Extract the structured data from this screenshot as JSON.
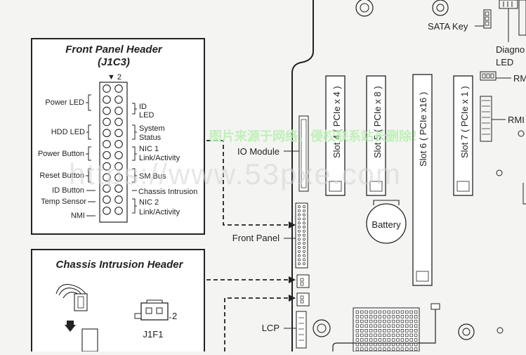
{
  "front_panel_header": {
    "title_line1": "Front Panel Header",
    "title_line2": "(J1C3)",
    "pin2_marker": "▼ 2",
    "left_labels": [
      "Power LED",
      "HDD LED",
      "Power Button",
      "Reset Button",
      "ID Button",
      "Temp Sensor",
      "NMI"
    ],
    "right_labels": {
      "id_led_1": "ID",
      "id_led_2": "LED",
      "system_status_1": "System",
      "system_status_2": "Status",
      "nic1_1": "NIC 1",
      "nic1_2": "Link/Activity",
      "sm_bus": "SM Bus",
      "chassis_intrusion": "Chassis Intrusion",
      "nic2_1": "NIC 2",
      "nic2_2": "Link/Activity"
    }
  },
  "chassis_intrusion_header": {
    "title": "Chassis Intrusion Header",
    "connector_label": "J1F1",
    "pin_number": "2"
  },
  "board_labels": {
    "io_module": "IO Module",
    "front_panel": "Front Panel",
    "lcp": "LCP",
    "battery": "Battery",
    "sata_key": "SATA Key",
    "diag_1": "Diagno",
    "diag_2": "LED",
    "rm1": "RM",
    "rm2": "RMI"
  },
  "slots": [
    "Slot 4 ( PCIe x 4 )",
    "Slot 5 ( PCIe x 8 )",
    "Slot 6 ( PCIe x16 )",
    "Slot 7 ( PCIe x 1 )"
  ],
  "watermarks": {
    "green": "图片来源于网络，侵权联系站长删除！",
    "url": "https://www.53pxe.com"
  }
}
